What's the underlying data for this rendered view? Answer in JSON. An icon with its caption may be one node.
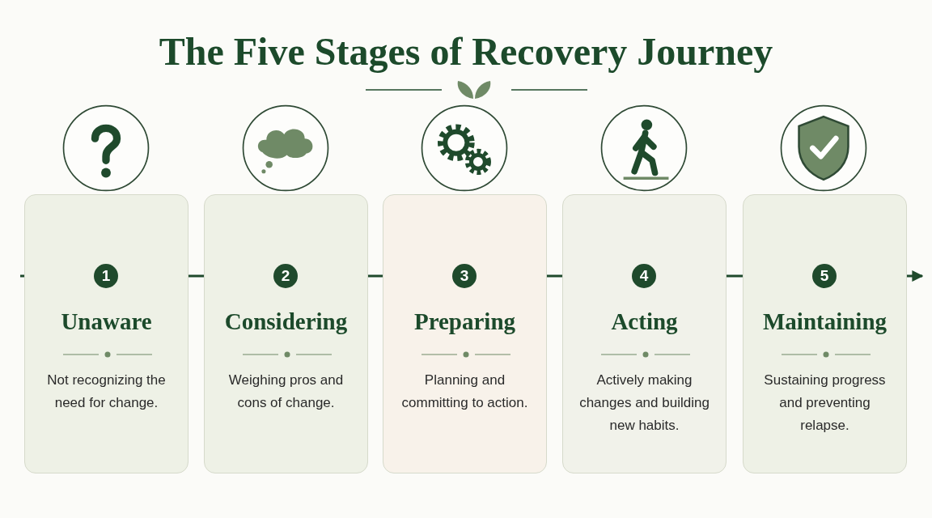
{
  "diagram": {
    "title": "The Five Stages of Recovery Journey",
    "nodes": [
      {
        "text": [
          "Unaware",
          "Not recognizing the need for change."
        ]
      },
      {
        "text": [
          "1"
        ],
        "in": 0
      },
      {
        "text": [
          "Considering",
          "Weighing pros and cons of change."
        ]
      },
      {
        "text": [
          "2"
        ],
        "in": 2
      },
      {
        "text": [
          "Preparing",
          "Planning and committing to action."
        ]
      },
      {
        "text": [
          "3"
        ],
        "in": 4
      },
      {
        "text": [
          "Acting",
          "Actively making changes and building new habits."
        ]
      },
      {
        "text": [
          "4"
        ],
        "in": 6
      },
      {
        "text": [
          "Maintaining",
          "Sustaining progress and preventing relapse."
        ]
      },
      {
        "text": [
          "5"
        ],
        "in": 8
      }
    ],
    "edges": [
      {
        "from": null,
        "to": 1,
        "arrow": "none"
      },
      {
        "from": 1,
        "to": 3,
        "arrow": "none"
      },
      {
        "from": 3,
        "to": 5,
        "arrow": "none"
      },
      {
        "from": 5,
        "to": 7,
        "arrow": "none"
      },
      {
        "from": 7,
        "to": 9,
        "arrow": "none"
      },
      {
        "from": 9,
        "to": null,
        "arrow": "to"
      }
    ]
  }
}
